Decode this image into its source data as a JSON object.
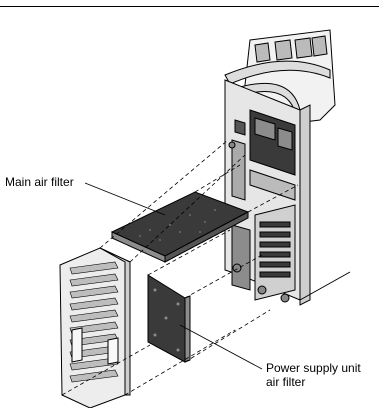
{
  "labels": {
    "main_air_filter": "Main air filter",
    "psu_air_filter_line1": "Power supply unit",
    "psu_air_filter_line2": "air filter"
  },
  "colors": {
    "line": "#000000",
    "dark_fill": "#3a3a3a",
    "mid_fill": "#8c8c8c",
    "light_fill": "#d9d9d9",
    "background": "#ffffff"
  }
}
